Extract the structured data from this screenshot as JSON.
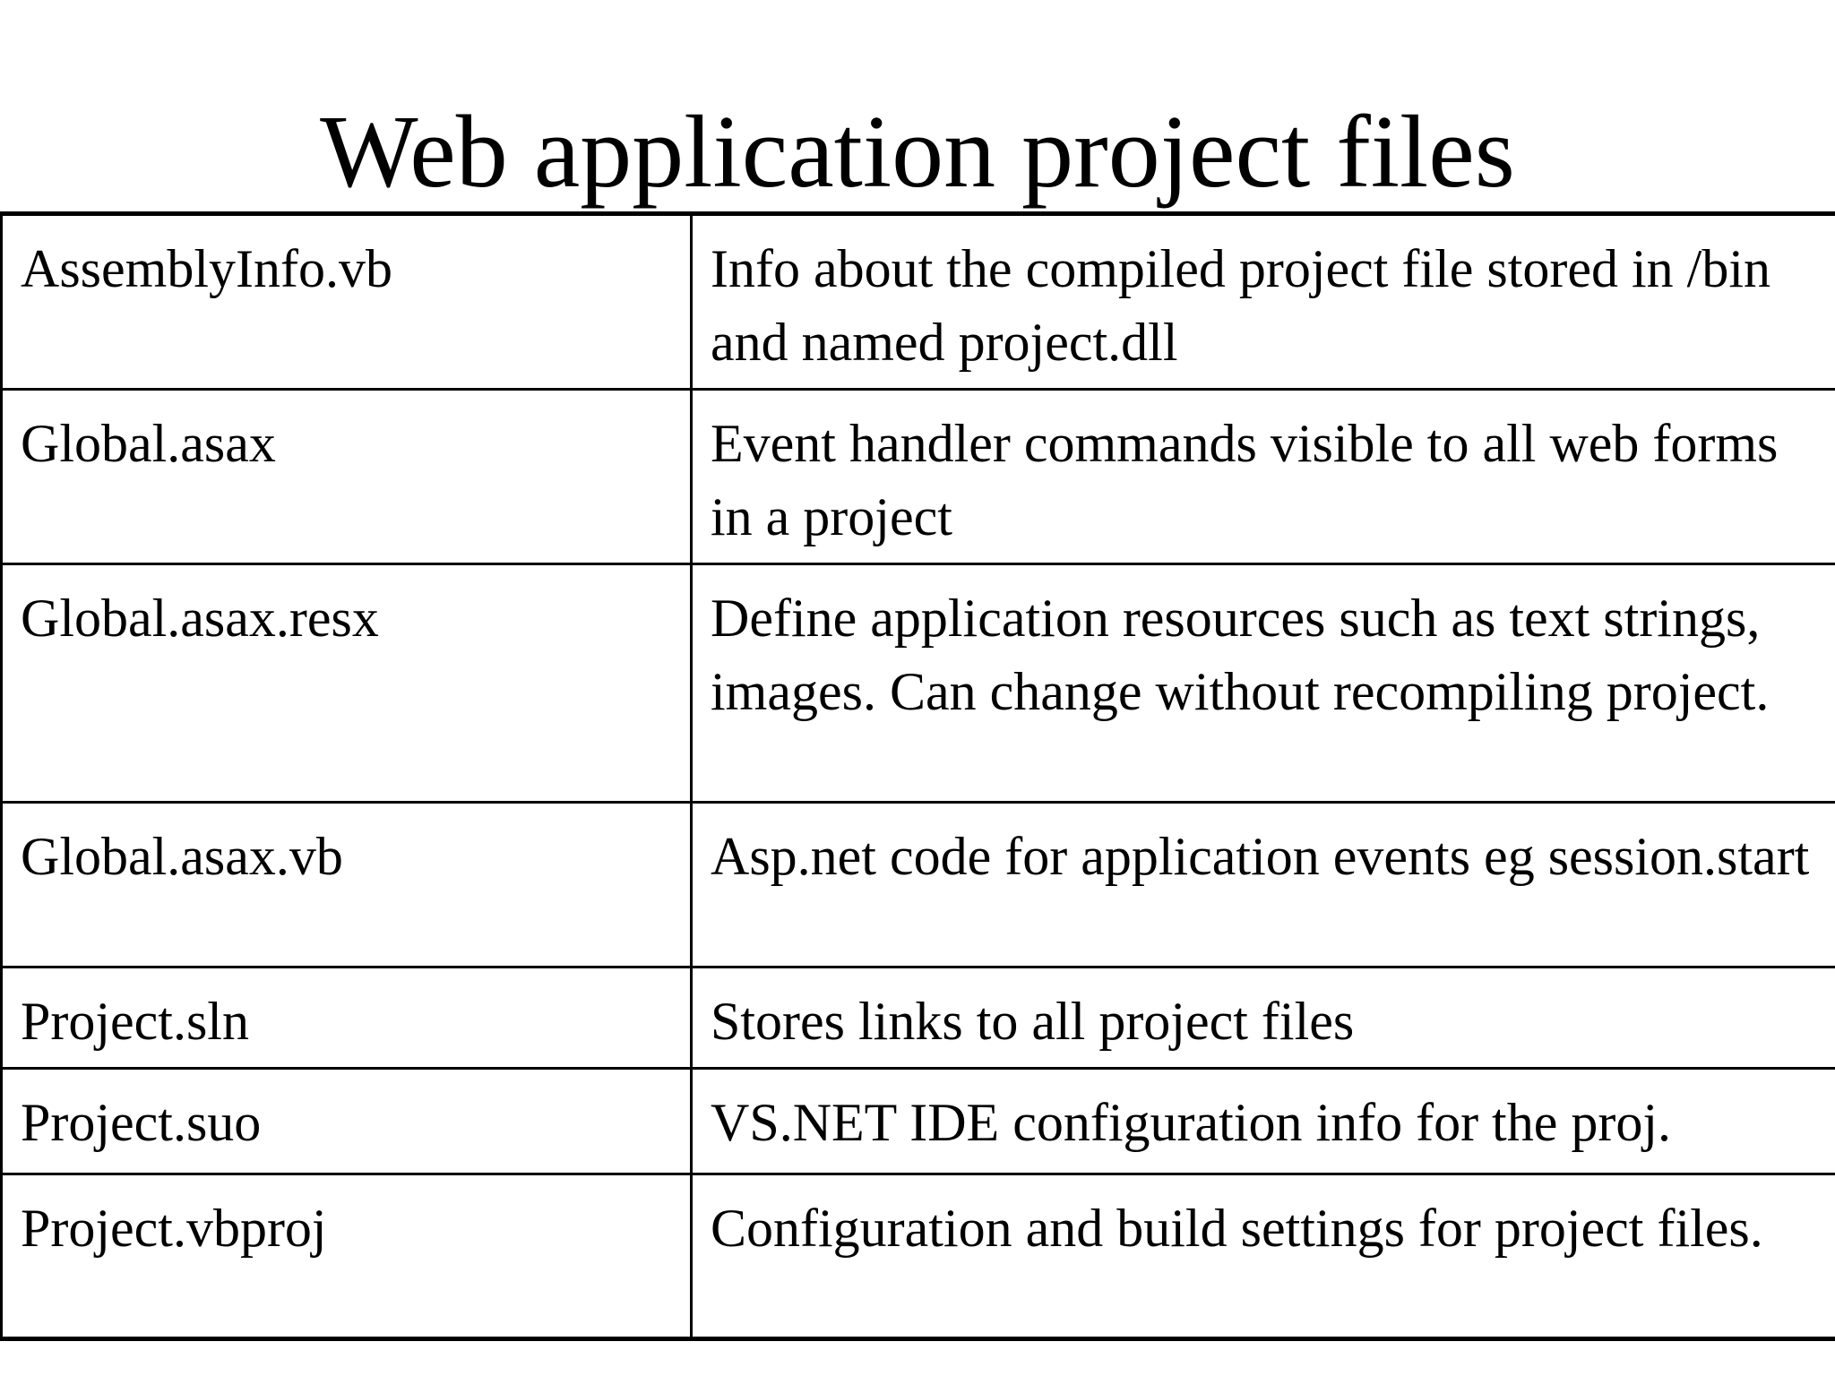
{
  "slide": {
    "title": "Web application project files"
  },
  "files": [
    {
      "name": "AssemblyInfo.vb",
      "description": "Info about the compiled project file stored in /bin and named project.dll"
    },
    {
      "name": "Global.asax",
      "description": "Event handler commands visible to all web forms in a project"
    },
    {
      "name": "Global.asax.resx",
      "description": "Define application resources such as text strings, images. Can change without recompiling project."
    },
    {
      "name": "Global.asax.vb",
      "description": "Asp.net code for application events eg session.start"
    },
    {
      "name": "Project.sln",
      "description": "Stores links to all project files"
    },
    {
      "name": "Project.suo",
      "description": "VS.NET IDE configuration info for the proj."
    },
    {
      "name": "Project.vbproj",
      "description": "Configuration and build settings for project files."
    }
  ]
}
